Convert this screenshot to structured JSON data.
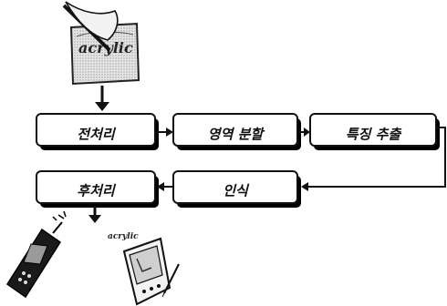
{
  "diagram": {
    "input_word": "acrylic",
    "output_word": "acrylic",
    "steps": {
      "preprocessing": "전처리",
      "segmentation": "영역 분할",
      "feature_extraction": "특징 추출",
      "recognition": "인식",
      "postprocessing": "후처리"
    }
  },
  "colors": {
    "ink": "#111111",
    "box_shadow": "#000000",
    "paper": "#cfcfcf"
  },
  "icons": [
    "handwriting-tablet-icon",
    "mobile-phone-icon",
    "pda-icon"
  ]
}
